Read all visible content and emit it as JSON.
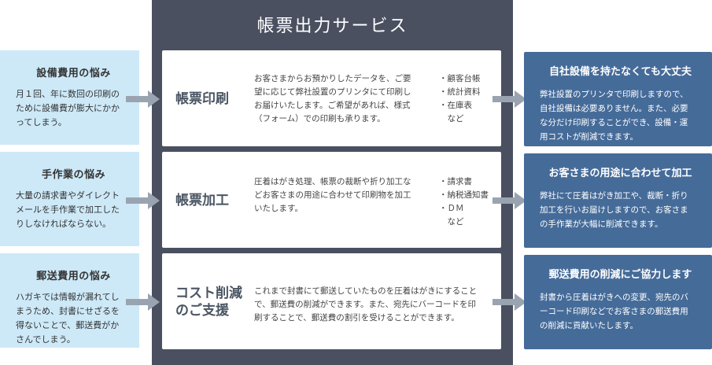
{
  "page": {
    "title": "帳票出力サービス"
  },
  "problems": [
    {
      "title": "設備費用の悩み",
      "lines": [
        "月１回、年に数回の印刷の",
        "ために設備費が膨大にかか",
        "ってしまう。"
      ]
    },
    {
      "title": "手作業の悩み",
      "lines": [
        "大量の請求書やダイレクト",
        "メールを手作業で加工した",
        "りしなければならない。"
      ]
    },
    {
      "title": "郵送費用の悩み",
      "lines": [
        "ハガキでは情報が漏れてし",
        "まうため、封書にせざるを",
        "得ないことで、郵送費がか",
        "さんでしまう。"
      ]
    }
  ],
  "services": [
    {
      "title_lines": [
        "帳票印刷"
      ],
      "desc_lines": [
        "お客さまからお預かりしたデータを、ご要",
        "望に応じて弊社設置のプリンタにて印刷し",
        "お届けいたします。ご希望があれば、様式",
        "（フォーム）での印刷も承ります。"
      ],
      "items": [
        "・顧客台帳",
        "・統計資料",
        "・在庫表",
        "　など"
      ]
    },
    {
      "title_lines": [
        "帳票加工"
      ],
      "desc_lines": [
        "圧着はがき処理、帳票の裁断や折り加工な",
        "どお客さまの用途に合わせて印刷物を加工",
        "いたします。"
      ],
      "items": [
        "・請求書",
        "・納税通知書",
        "・ＤＭ",
        "　など"
      ]
    },
    {
      "title_lines": [
        "コスト削減",
        "のご支援"
      ],
      "desc_lines": [
        "これまで封書にて郵送していたものを圧着はがきにすること",
        "で、郵送費の削減ができます。また、宛先にバーコードを印",
        "刷することで、郵送費の割引を受けることができます。"
      ],
      "items": []
    }
  ],
  "benefits": [
    {
      "title": "自社設備を持たなくても大丈夫",
      "lines": [
        "弊社設置のプリンタで印刷しますので、",
        "自社設備は必要ありません。また、必要",
        "な分だけ印刷することができ、設備・運",
        "用コストが削減できます。"
      ]
    },
    {
      "title": "お客さまの用途に合わせて加工",
      "lines": [
        "弊社にて圧着はがき加工や、裁断・折り",
        "加工を行いお届けしますので、お客さま",
        "の手作業が大幅に削減できます。"
      ]
    },
    {
      "title": "郵送費用の削減にご協力します",
      "lines": [
        "封書から圧着はがきへの変更、宛先のバ",
        "ーコード印刷などでお客さまの郵送費用",
        "の削減に貢献いたします。"
      ]
    }
  ],
  "colors": {
    "problem_bg": "#cde9f8",
    "panel_bg": "#4a5060",
    "benefit_bg": "#456b99",
    "arrow": "#9aa4b1",
    "card_title": "#4a5563"
  },
  "icons": {
    "connector": "arrow-right-icon"
  }
}
